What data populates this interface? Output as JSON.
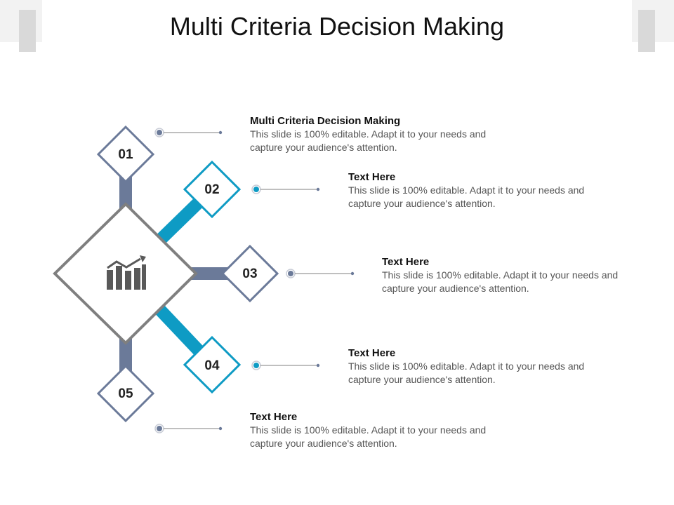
{
  "title": "Multi Criteria Decision Making",
  "colors": {
    "slate": "#6b7a99",
    "teal": "#0e9bc4",
    "center_border": "#7f7f7f",
    "icon": "#595959",
    "dot": "#6b7a99"
  },
  "center_icon": "bar-chart-growth-icon",
  "steps": [
    {
      "number": "01",
      "heading": "Multi Criteria Decision Making",
      "body": "This slide is 100% editable. Adapt it to your needs and capture your audience's attention.",
      "color": "slate"
    },
    {
      "number": "02",
      "heading": "Text Here",
      "body": "This slide is 100% editable. Adapt it to your needs and capture your audience's attention.",
      "color": "teal"
    },
    {
      "number": "03",
      "heading": "Text Here",
      "body": "This slide is 100% editable. Adapt it to your needs and capture your audience's attention.",
      "color": "slate"
    },
    {
      "number": "04",
      "heading": "Text Here",
      "body": "This slide is 100% editable. Adapt it to your needs and capture your audience's attention.",
      "color": "teal"
    },
    {
      "number": "05",
      "heading": "Text Here",
      "body": "This slide is 100% editable. Adapt it to your needs and capture your audience's attention.",
      "color": "slate"
    }
  ]
}
